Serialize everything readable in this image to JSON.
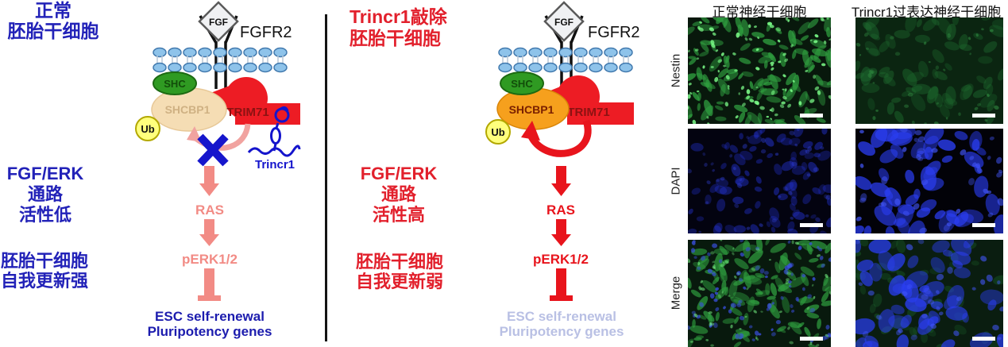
{
  "figure": {
    "left": {
      "title_lines": [
        "正常",
        "胚胎干细胞"
      ],
      "fgf_label": "FGF",
      "receptor_label": "FGFR2",
      "shc_label": "SHC",
      "shcbp1_label": "SHCBP1",
      "trim71_label": "TRIM71",
      "ub_label": "Ub",
      "trincr1_label": "Trincr1",
      "pathway_lines": [
        "FGF/ERK",
        "通路",
        "活性低"
      ],
      "renewal_lines": [
        "胚胎干细胞",
        "自我更新强"
      ],
      "ras_label": "RAS",
      "perk_label": "pERK1/2",
      "outcome_lines": [
        "ESC self-renewal",
        "Pluripotency genes"
      ]
    },
    "middle": {
      "title_lines": [
        "Trincr1敲除",
        "胚胎干细胞"
      ],
      "fgf_label": "FGF",
      "receptor_label": "FGFR2",
      "shc_label": "SHC",
      "shcbp1_label": "SHCBP1",
      "trim71_label": "TRIM71",
      "ub_label": "Ub",
      "pathway_lines": [
        "FGF/ERK",
        "通路",
        "活性高"
      ],
      "renewal_lines": [
        "胚胎干细胞",
        "自我更新弱"
      ],
      "ras_label": "RAS",
      "perk_label": "pERK1/2",
      "outcome_lines": [
        "ESC self-renewal",
        "Pluripotency genes"
      ]
    },
    "microscopy": {
      "col_headers": [
        "正常神经干细胞",
        "Trincr1过表达神经干细胞"
      ],
      "row_labels": [
        "Nestin",
        "DAPI",
        "Merge"
      ],
      "panels": [
        {
          "id": "nestin-normal",
          "bg": "#08180c",
          "seed": 11,
          "layers": [
            {
              "color": "#2f9e3f",
              "opacity": 0.8,
              "rmin": 2,
              "rmax": 5,
              "count": 120,
              "stretch": 2.4
            },
            {
              "color": "#7dff8a",
              "opacity": 0.9,
              "rmin": 1,
              "rmax": 2.4,
              "count": 95,
              "stretch": 1.4
            }
          ]
        },
        {
          "id": "nestin-overexpression",
          "bg": "#0b2511",
          "seed": 22,
          "layers": [
            {
              "color": "#1e6b2f",
              "opacity": 0.5,
              "rmin": 3,
              "rmax": 7,
              "count": 70,
              "stretch": 1.8
            },
            {
              "color": "#3fae52",
              "opacity": 0.45,
              "rmin": 1,
              "rmax": 2.6,
              "count": 35,
              "stretch": 1.3
            }
          ]
        },
        {
          "id": "dapi-normal",
          "bg": "#030310",
          "seed": 33,
          "layers": [
            {
              "color": "#2230c8",
              "opacity": 0.5,
              "rmin": 2.5,
              "rmax": 6,
              "count": 85,
              "stretch": 1.5
            },
            {
              "color": "#3343e0",
              "opacity": 0.45,
              "rmin": 1.5,
              "rmax": 3,
              "count": 40,
              "stretch": 1.2
            }
          ]
        },
        {
          "id": "dapi-overexpression",
          "bg": "#020208",
          "seed": 44,
          "layers": [
            {
              "color": "#2a3df0",
              "opacity": 0.8,
              "rmin": 4,
              "rmax": 10,
              "count": 55,
              "stretch": 1.6
            },
            {
              "color": "#4458ff",
              "opacity": 0.7,
              "rmin": 2,
              "rmax": 4,
              "count": 40,
              "stretch": 1.3
            }
          ]
        },
        {
          "id": "merge-normal",
          "bg": "#08190d",
          "seed": 55,
          "layers": [
            {
              "color": "#2f9e3f",
              "opacity": 0.75,
              "rmin": 2,
              "rmax": 5,
              "count": 110,
              "stretch": 2.4
            },
            {
              "color": "#3a50e0",
              "opacity": 0.8,
              "rmin": 1.5,
              "rmax": 3,
              "count": 85,
              "stretch": 1.2
            },
            {
              "color": "#7dff8a",
              "opacity": 0.55,
              "rmin": 1,
              "rmax": 2,
              "count": 55,
              "stretch": 1.5
            }
          ]
        },
        {
          "id": "merge-overexpression",
          "bg": "#0a1d10",
          "seed": 66,
          "layers": [
            {
              "color": "#1e6b2f",
              "opacity": 0.4,
              "rmin": 3,
              "rmax": 6,
              "count": 45,
              "stretch": 1.6
            },
            {
              "color": "#2a3df0",
              "opacity": 0.8,
              "rmin": 4,
              "rmax": 10,
              "count": 50,
              "stretch": 1.5
            },
            {
              "color": "#4458ff",
              "opacity": 0.6,
              "rmin": 2,
              "rmax": 4,
              "count": 32,
              "stretch": 1.2
            }
          ]
        }
      ]
    },
    "colors": {
      "normal_text_blue": "#2222b8",
      "mutant_text_red": "#e2202c",
      "faded_salmon": "#f28b85",
      "bright_red": "#e8141c",
      "outcome_navy": "#1c1cae",
      "outcome_faded_lavender": "#b9c0e4",
      "trim71_red": "#ed1c24",
      "shc_green": "#2f9a22",
      "shcbp1_beige": "#f5ddb4",
      "shcbp1_orange": "#f6a01d",
      "ub_yellow": "#ffff7d",
      "membrane_blue": "#8ec3ea",
      "trincr1_blue": "#1414cc"
    }
  }
}
